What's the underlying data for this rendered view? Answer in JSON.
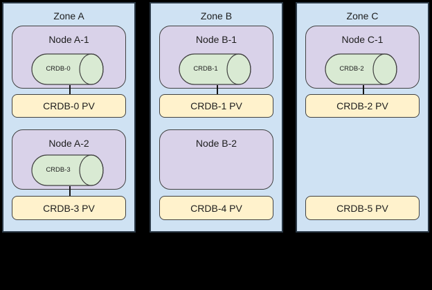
{
  "colors": {
    "background": "#000000",
    "zone_fill": "#cfe2f3",
    "zone_border": "#2c3a47",
    "node_fill": "#d9d2e9",
    "pod_fill": "#d9ead3",
    "pv_fill": "#fff2cc",
    "shape_border": "#404040",
    "connector": "#141414",
    "text": "#1d1d1d"
  },
  "zones": [
    {
      "label": "Zone A",
      "nodes": [
        {
          "label": "Node A-1",
          "pod": "CRDB-0",
          "pv": "CRDB-0 PV"
        },
        {
          "label": "Node A-2",
          "pod": "CRDB-3",
          "pv": "CRDB-3 PV"
        }
      ]
    },
    {
      "label": "Zone B",
      "nodes": [
        {
          "label": "Node B-1",
          "pod": "CRDB-1",
          "pv": "CRDB-1 PV"
        },
        {
          "label": "Node B-2",
          "pv": "CRDB-4 PV"
        }
      ]
    },
    {
      "label": "Zone C",
      "nodes": [
        {
          "label": "Node C-1",
          "pod": "CRDB-2",
          "pv": "CRDB-2 PV"
        },
        {
          "pv": "CRDB-5 PV"
        }
      ]
    }
  ]
}
